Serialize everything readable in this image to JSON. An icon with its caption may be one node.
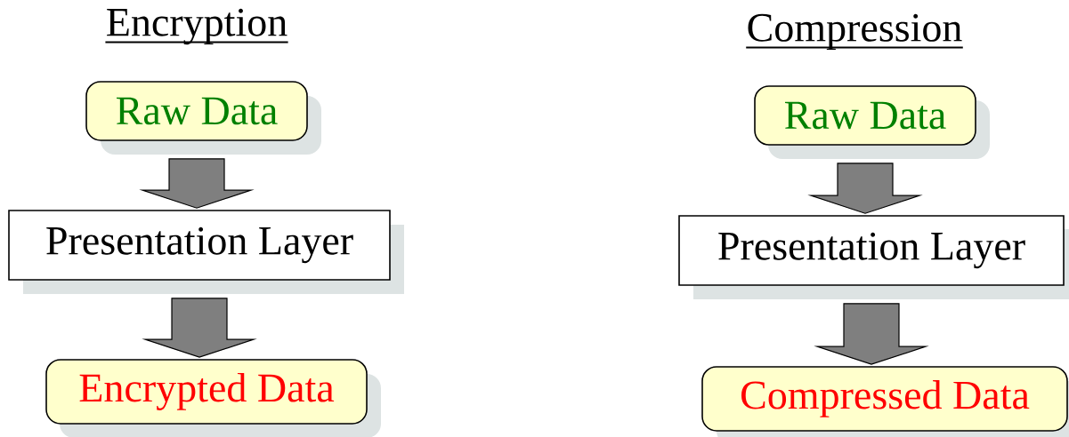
{
  "diagram": {
    "nodes": [
      {
        "text": [
          "Raw Data"
        ]
      },
      {
        "text": [
          "Presentation Layer"
        ]
      },
      {
        "text": [
          "Encrypted Data"
        ]
      },
      {
        "text": [
          "Raw Data"
        ]
      },
      {
        "text": [
          "Presentation Layer"
        ]
      },
      {
        "text": [
          "Compressed Data"
        ]
      }
    ],
    "edges": [
      {
        "from": 0,
        "to": 1,
        "arrow": "to"
      },
      {
        "from": 1,
        "to": 2,
        "arrow": "to"
      },
      {
        "from": 3,
        "to": 4,
        "arrow": "to"
      },
      {
        "from": 4,
        "to": 5,
        "arrow": "to"
      }
    ],
    "labels": [
      "Encryption",
      "Compression"
    ]
  }
}
